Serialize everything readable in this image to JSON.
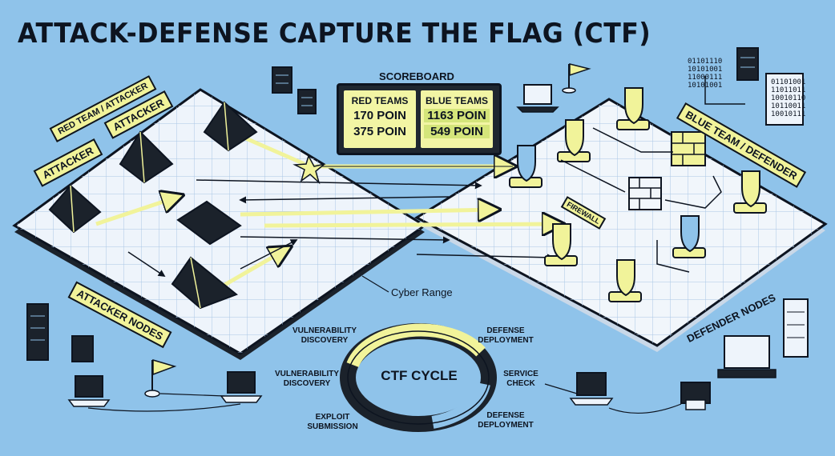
{
  "title": "ATTACK-DEFENSE CAPTURE THE FLAG (CTF)",
  "scoreboard": {
    "title": "SCOREBOARD",
    "red_header": "RED TEAMS",
    "red_scores": [
      "170 POIN",
      "375 POIN"
    ],
    "blue_header": "BLUE TEAMS",
    "blue_scores": [
      "1163 POIN",
      "549 POIN"
    ]
  },
  "labels": {
    "red_team": "RED TEAM / ATTACKER",
    "attacker_1": "ATTACKER",
    "attacker_2": "ATTACKER",
    "attacker_nodes": "ATTACKER NODES",
    "blue_team": "BLUE TEAM / DEFENDER",
    "defender_nodes": "DEFENDER NODES",
    "firewall": "FIREWALL",
    "cyber_range": "Cyber Range"
  },
  "binary": {
    "top": "01101110\n10101001\n11000111\n10101001",
    "screen": "01101001\n11011011\n10010110\n10110011\n10010111"
  },
  "cycle": {
    "center": "CTF CYCLE",
    "steps": [
      "VULNERABILITY\nDISCOVERY",
      "DEFENSE\nDEPLOYMENT",
      "SERVICE\nCHECK",
      "DEFENSE\nDEPLOYMENT",
      "EXPLOIT\nSUBMISSION",
      "VULNERABILITY\nDISCOVERY"
    ]
  },
  "colors": {
    "background": "#8fc3ea",
    "highlight": "#f1f39a",
    "ink": "#0d1420",
    "platform_light": "#eef4fb",
    "platform_dark": "#1b222b"
  }
}
